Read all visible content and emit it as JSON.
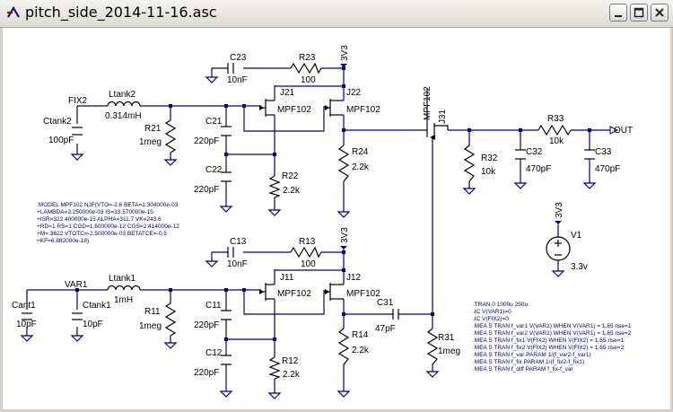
{
  "window": {
    "title": "pitch_side_2014-11-16.asc",
    "icon": "ltspice-schematic-icon",
    "controls": [
      "minimize-icon",
      "maximize-icon",
      "close-icon"
    ]
  },
  "components": {
    "C23": {
      "ref": "C23",
      "value": "10nF"
    },
    "R23": {
      "ref": "R23",
      "value": "100"
    },
    "J21": {
      "ref": "J21",
      "value": "MPF102"
    },
    "J22": {
      "ref": "J22",
      "value": "MPF102"
    },
    "Ltank2": {
      "ref": "Ltank2",
      "value": "0.314mH"
    },
    "R21": {
      "ref": "R21",
      "value": "1meg"
    },
    "C21": {
      "ref": "C21",
      "value": "220pF"
    },
    "C22": {
      "ref": "C22",
      "value": "220pF"
    },
    "R22": {
      "ref": "R22",
      "value": "2.2k"
    },
    "R24": {
      "ref": "R24",
      "value": "2.2k"
    },
    "Ctank2": {
      "ref": "Ctank2",
      "value": "100pF"
    },
    "J31": {
      "ref": "J31",
      "value": "MPF102"
    },
    "R33": {
      "ref": "R33",
      "value": "10k"
    },
    "R32": {
      "ref": "R32",
      "value": "10k"
    },
    "C32": {
      "ref": "C32",
      "value": "470pF"
    },
    "C33": {
      "ref": "C33",
      "value": "470pF"
    },
    "V1": {
      "ref": "V1",
      "value": "3.3v"
    },
    "C13": {
      "ref": "C13",
      "value": "10nF"
    },
    "R13": {
      "ref": "R13",
      "value": "100"
    },
    "J11": {
      "ref": "J11",
      "value": "MPF102"
    },
    "J12": {
      "ref": "J12",
      "value": "MPF102"
    },
    "Ltank1": {
      "ref": "Ltank1",
      "value": "1mH"
    },
    "R11": {
      "ref": "R11",
      "value": "1meg"
    },
    "C11": {
      "ref": "C11",
      "value": "220pF"
    },
    "C12": {
      "ref": "C12",
      "value": "220pF"
    },
    "R12": {
      "ref": "R12",
      "value": "2.2k"
    },
    "C31": {
      "ref": "C31",
      "value": "47pF"
    },
    "R14": {
      "ref": "R14",
      "value": "2.2k"
    },
    "R31": {
      "ref": "R31",
      "value": "1meg"
    },
    "Cant1": {
      "ref": "Cant1",
      "value": "10pF"
    },
    "Ctank1": {
      "ref": "Ctank1",
      "value": "10pF"
    }
  },
  "nets": {
    "fix2": "FIX2",
    "var1": "VAR1",
    "out": "OUT",
    "supply_top": "3V3",
    "supply_bottom": "3V3",
    "supply_v1": "3V3"
  },
  "model_directive": [
    ".MODEL MPF102 NJF(VTO=-2.6 BETA=1.304000e-03",
    "+LAMBDA=2.250000e-03 IS=33.570000e-15",
    "+ISR=322.400000e-15 ALPHA=311.7 VK=243.6",
    "+RD=1 RS=1 CGD=1.600000e-12 CGS=2.414000e-12",
    "+M=.3622 VTOTC=-2.500000e-03 BETATCE=-0.5",
    "+KF=6.882000e-18)"
  ],
  "sim_directive": [
    ".TRAN 0 1000u 250u",
    ".IC V(VAR1)=0",
    ".IC V(FIX2)=0",
    ".MEA S TRAN f_var1 V(VAR1) WHEN V(VAR1) = 1.65 rise=1",
    ".MEA S TRAN f_var2 V(VAR1) WHEN V(VAR1) = 1.65 rise=2",
    ".MEA S TRAN f_fix1 V(FIX2) WHEN V(FIX2) = 1.65 rise=1",
    ".MEA S TRAN f_fix2 V(FIX2) WHEN V(FIX2) = 1.65 rise=2",
    ".MEA S TRAN f_var PARAM 1/(f_var2-f_var1)",
    ".MEA S TRAN f_fix PARAM 1/(f_fix2-f_fix1)",
    ".MEA S TRAN f_diff PARAM f_fix-f_var"
  ]
}
